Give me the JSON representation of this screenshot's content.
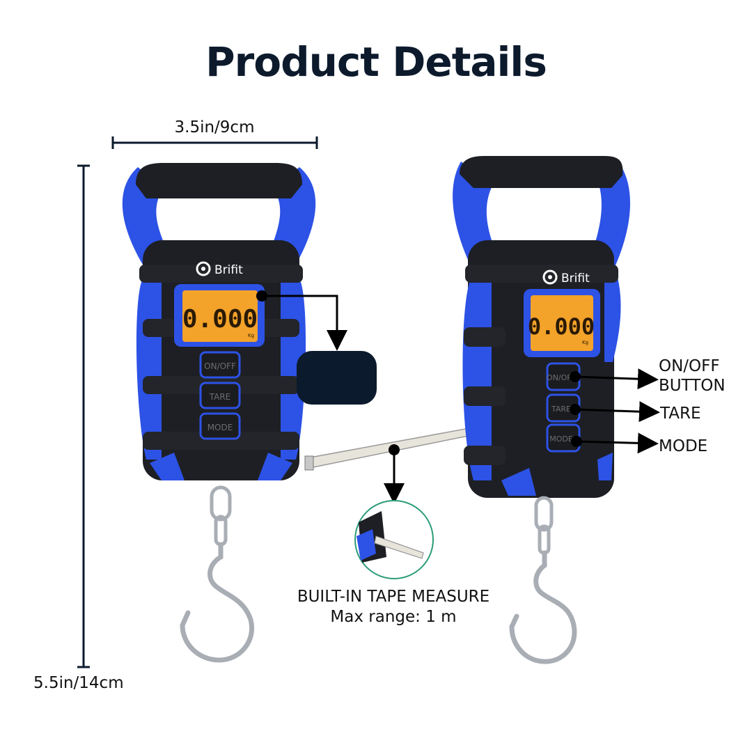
{
  "title": "Product Details",
  "dimensions": {
    "width_label": "3.5in/9cm",
    "height_label": "5.5in/14cm"
  },
  "device": {
    "brand": "Brifit",
    "display_reading": "0.000",
    "display_unit": "Kg",
    "buttons": [
      "ON/OFF",
      "TARE",
      "MODE"
    ]
  },
  "callouts": {
    "onoff_line1": "ON/OFF",
    "onoff_line2": "BUTTON",
    "tare": "TARE",
    "mode": "MODE",
    "tape_line1": "BUILT-IN TAPE MEASURE",
    "tape_line2": "Max range: 1 m"
  },
  "colors": {
    "accent_blue": "#2d52e6",
    "body_black": "#1d1f24",
    "lcd_orange": "#f3a22a",
    "title_navy": "#0c1a2c"
  }
}
